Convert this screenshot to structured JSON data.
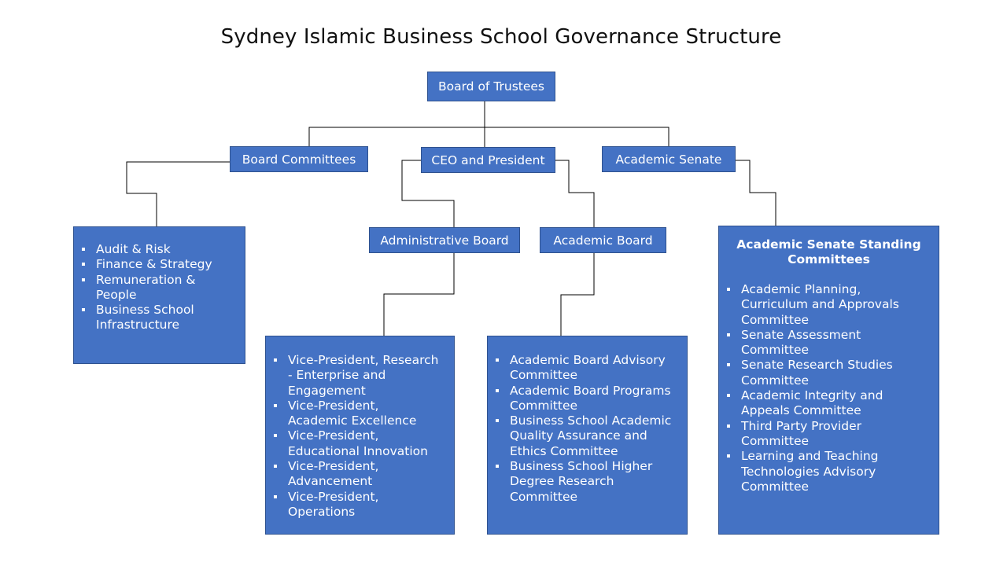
{
  "title": "Sydney Islamic Business School Governance Structure",
  "colors": {
    "box_fill": "#4472c4",
    "box_border": "#2f528f",
    "connector": "#000000",
    "text_on_box": "#ffffff"
  },
  "nodes": {
    "board_of_trustees": "Board of Trustees",
    "board_committees": "Board Committees",
    "ceo_president": "CEO and President",
    "academic_senate": "Academic Senate",
    "administrative_board": "Administrative Board",
    "academic_board": "Academic Board"
  },
  "board_committees_list": [
    "Audit & Risk",
    "Finance & Strategy",
    "Remuneration & People",
    "Business School Infrastructure"
  ],
  "administrative_board_list": [
    " Vice-President, Research - Enterprise and Engagement",
    " Vice-President, Academic Excellence",
    "Vice-President, Educational Innovation",
    " Vice-President, Advancement",
    " Vice-President, Operations"
  ],
  "academic_board_list": [
    "Academic Board Advisory Committee",
    "Academic Board Programs Committee",
    "Business School Academic Quality Assurance and Ethics Committee",
    "Business School Higher Degree Research Committee"
  ],
  "senate_committees": {
    "heading": "Academic Senate Standing Committees",
    "items": [
      " Academic Planning, Curriculum and Approvals Committee",
      " Senate Assessment Committee",
      " Senate Research Studies Committee",
      " Academic Integrity and Appeals Committee",
      " Third Party Provider Committee",
      " Learning and Teaching Technologies Advisory Committee"
    ]
  }
}
